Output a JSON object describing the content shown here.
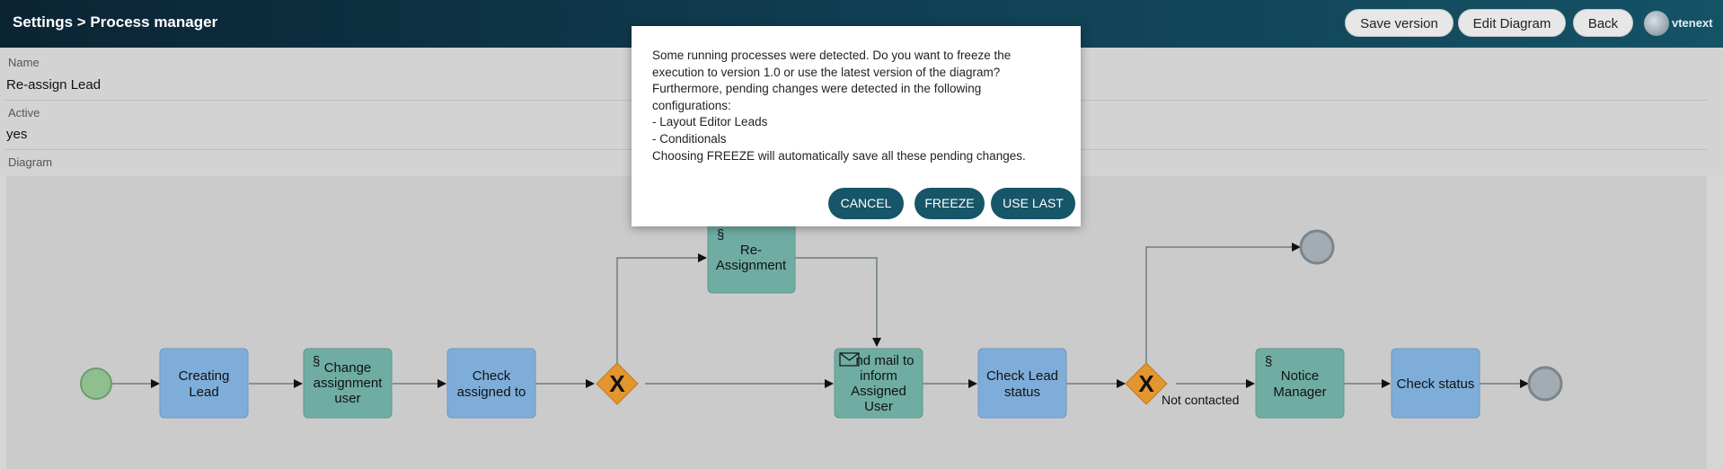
{
  "header": {
    "breadcrumb": "Settings > Process manager",
    "buttons": {
      "save_version": "Save version",
      "edit_diagram": "Edit Diagram",
      "back": "Back"
    },
    "logo_text": "vtenext"
  },
  "fields": {
    "name_label": "Name",
    "name_value": "Re-assign Lead",
    "active_label": "Active",
    "active_value": "yes",
    "diagram_label": "Diagram"
  },
  "diagram": {
    "tasks": {
      "creating_lead": [
        "Creating",
        "Lead"
      ],
      "change_assignment": [
        "Change",
        "assignment",
        "user"
      ],
      "check_assigned": [
        "Check",
        "assigned to"
      ],
      "reassignment": [
        "Re-",
        "Assignment"
      ],
      "send_mail": [
        "nd mail to",
        "inform",
        "Assigned",
        "User"
      ],
      "check_lead_status": [
        "Check Lead",
        "status"
      ],
      "notice_manager": [
        "Notice",
        "Manager"
      ],
      "check_status": [
        "Check status"
      ]
    },
    "gateway_label_not_contacted": "Not contacted",
    "colors": {
      "blue_task": "#7fadd9",
      "green_task": "#6fada3",
      "gateway": "#e3962f",
      "start": "#8fbe8f",
      "end": "#a3acb3"
    }
  },
  "dialog": {
    "lines": [
      "Some running processes were detected. Do you want to freeze the",
      "execution to version 1.0 or use the latest version of the diagram?",
      "Furthermore, pending changes were detected in the following",
      "configurations:",
      "- Layout Editor Leads",
      "- Conditionals",
      "Choosing FREEZE will automatically save all these pending changes."
    ],
    "buttons": {
      "cancel": "CANCEL",
      "freeze": "FREEZE",
      "use_last": "USE LAST"
    }
  }
}
